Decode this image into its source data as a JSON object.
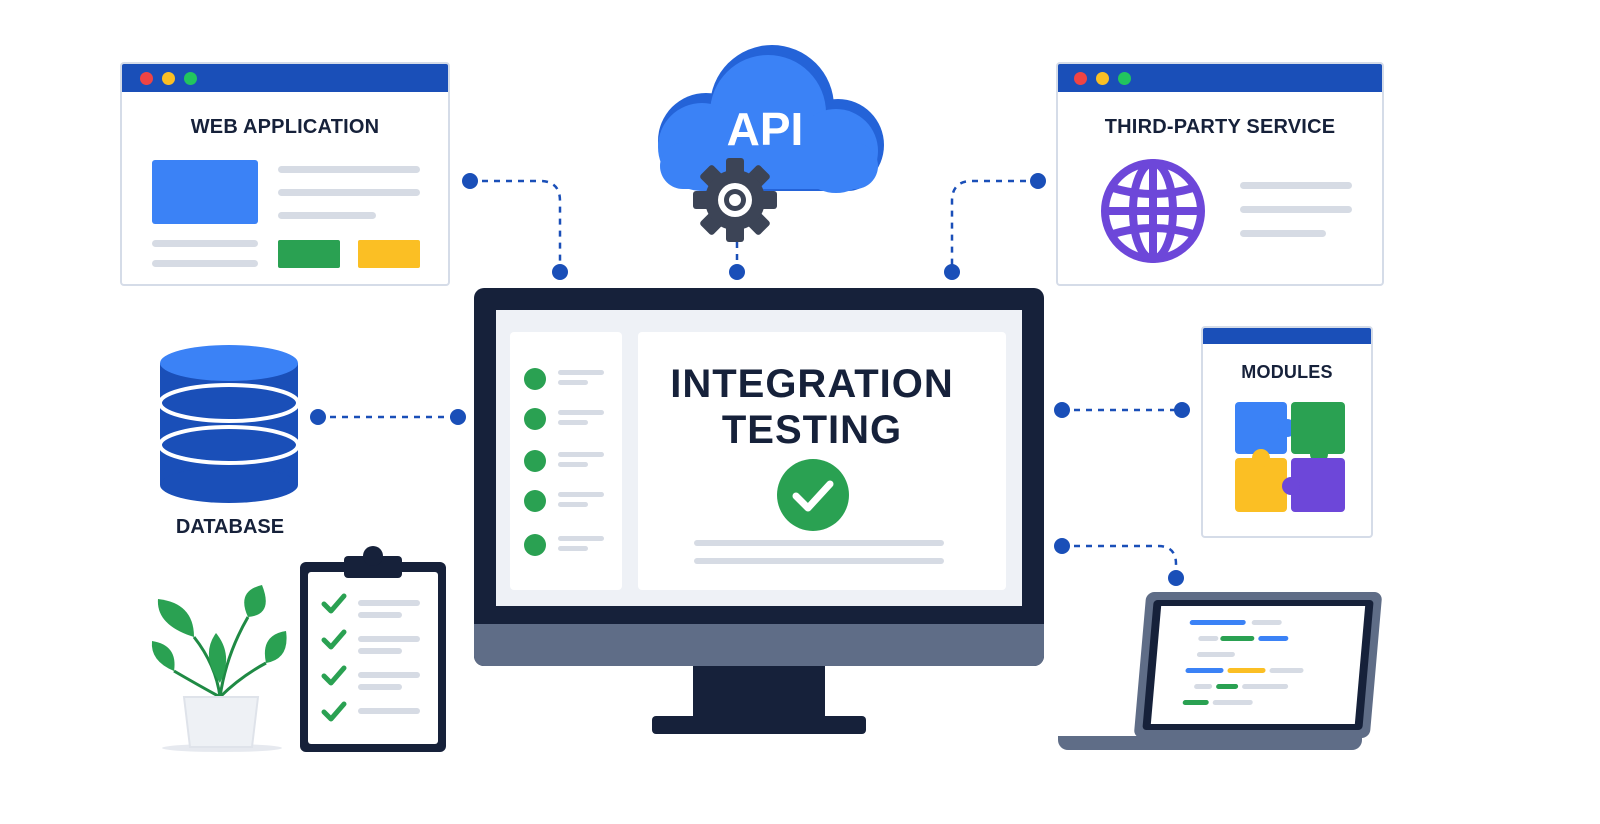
{
  "nodes": {
    "web_app": {
      "title": "WEB APPLICATION"
    },
    "api": {
      "label": "API"
    },
    "third_party": {
      "title": "THIRD-PARTY SERVICE"
    },
    "database": {
      "label": "DATABASE"
    },
    "modules": {
      "title": "MODULES"
    },
    "center": {
      "title_line1": "INTEGRATION",
      "title_line2": "TESTING"
    }
  },
  "icons": [
    "browser-window-icon",
    "cloud-icon",
    "gear-icon",
    "globe-icon",
    "database-icon",
    "puzzle-icon",
    "monitor-icon",
    "check-circle-icon",
    "clipboard-icon",
    "plant-icon",
    "laptop-icon"
  ],
  "colors": {
    "primary_blue": "#1a4fb8",
    "cloud_blue": "#3b82f6",
    "success_green": "#2aa152",
    "warning_yellow": "#fbbf24",
    "purple": "#6d47d9",
    "dark_navy": "#16213a",
    "connector_dot": "#1a4fb8"
  }
}
